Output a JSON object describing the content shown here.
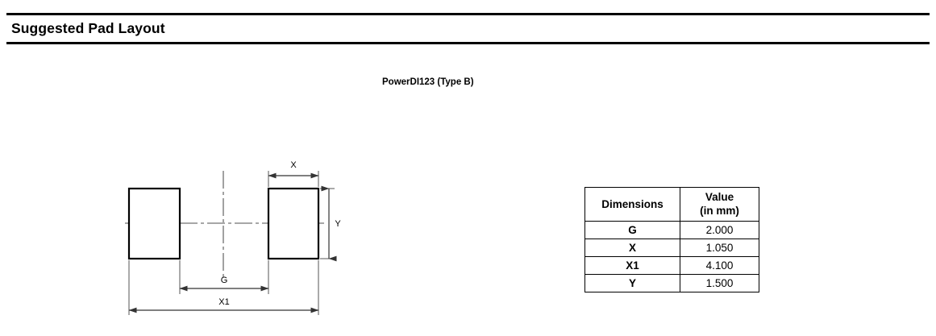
{
  "header": {
    "title": "Suggested Pad Layout"
  },
  "package": {
    "subtitle": "PowerDI123 (Type B)"
  },
  "drawing": {
    "labels": {
      "x": "X",
      "y": "Y",
      "g": "G",
      "x1": "X1"
    },
    "colors": {
      "outline": "#000000",
      "dimension_line": "#4d4d4d",
      "centerline": "#808080"
    }
  },
  "table": {
    "headers": {
      "dimensions": "Dimensions",
      "value_line1": "Value",
      "value_line2": "(in mm)"
    },
    "rows": [
      {
        "name": "G",
        "value": "2.000"
      },
      {
        "name": "X",
        "value": "1.050"
      },
      {
        "name": "X1",
        "value": "4.100"
      },
      {
        "name": "Y",
        "value": "1.500"
      }
    ]
  }
}
